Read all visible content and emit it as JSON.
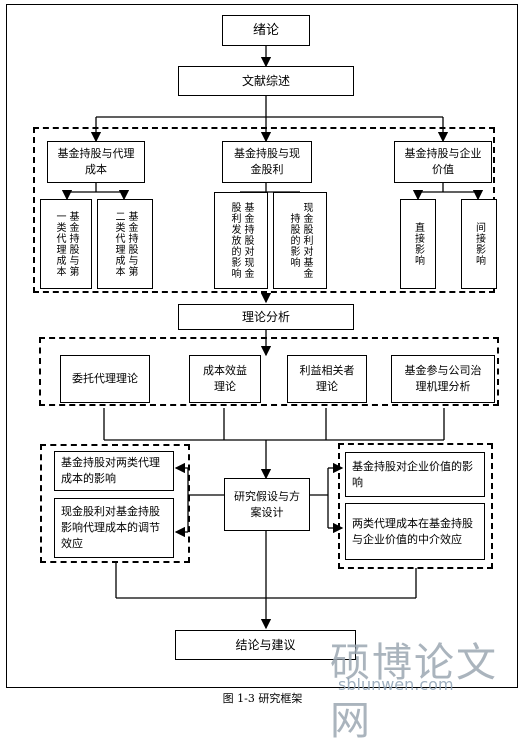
{
  "nodes": {
    "intro": "绪论",
    "lit_review": "文献综述",
    "review_group": {
      "agency": "基金持股与代理成本",
      "agency_sub1": "基金持股与第一类代理成本",
      "agency_sub2": "基金持股与第二类代理成本",
      "dividend": "基金持股与现金股利",
      "dividend_sub1": "基金持股对现金股利发放的影响",
      "dividend_sub2": "现金股利对基金持股的影响",
      "value": "基金持股与企业价值",
      "value_sub1": "直接影响",
      "value_sub2": "间接影响"
    },
    "theory": "理论分析",
    "theory_group": {
      "t1": "委托代理理论",
      "t2": "成本效益理论",
      "t3": "利益相关者理论",
      "t4": "基金参与公司治理机理分析"
    },
    "left_group": {
      "l1": "基金持股对两类代理成本的影响",
      "l2": "现金股利对基金持股影响代理成本的调节效应"
    },
    "center": "研究假设与方案设计",
    "right_group": {
      "r1": "基金持股对企业价值的影响",
      "r2": "两类代理成本在基金持股与企业价值的中介效应"
    },
    "conclusion": "结论与建议"
  },
  "caption": "图 1-3  研究框架",
  "watermark": {
    "text": "硕博论文网",
    "url": "sblunwen.com"
  }
}
